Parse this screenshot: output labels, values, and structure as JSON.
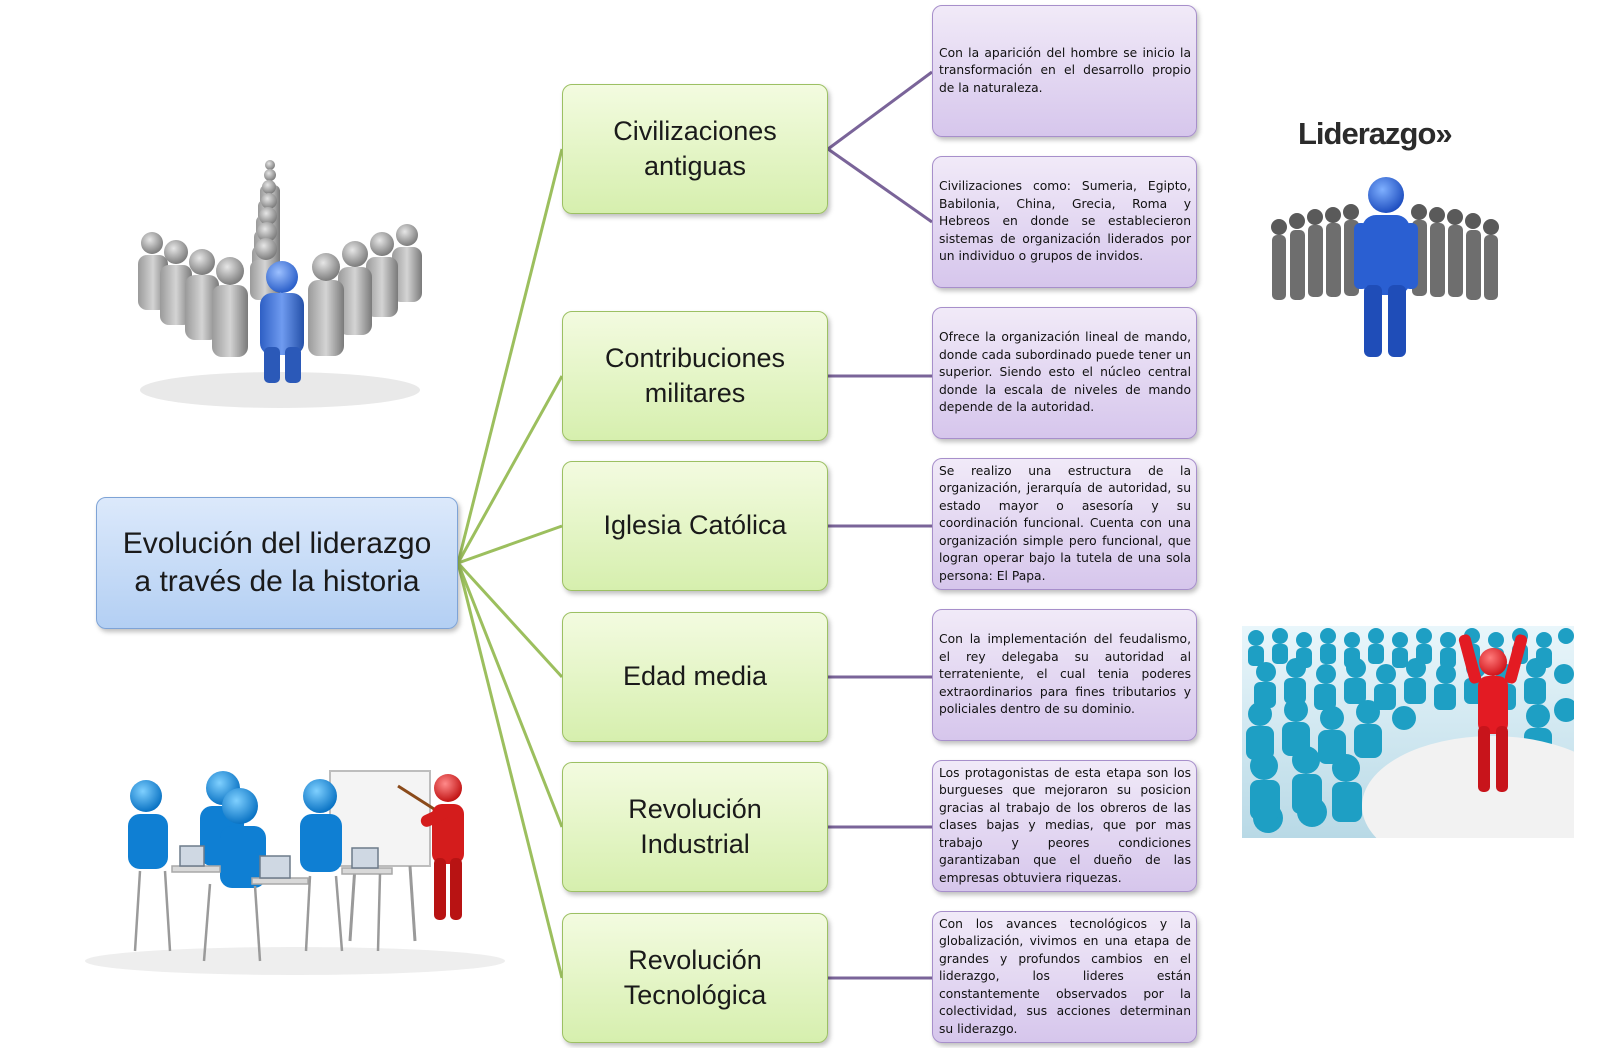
{
  "root": {
    "label_line1": "Evolución del liderazgo",
    "label_line2": "a través de la historia"
  },
  "categories": [
    {
      "line1": "Civilizaciones",
      "line2": "antiguas"
    },
    {
      "line1": "Contribuciones",
      "line2": "militares"
    },
    {
      "line1": "Iglesia Católica",
      "line2": ""
    },
    {
      "line1": "Edad media",
      "line2": ""
    },
    {
      "line1": "Revolución",
      "line2": "Industrial"
    },
    {
      "line1": "Revolución",
      "line2": "Tecnológica"
    }
  ],
  "descriptions": [
    "Con la aparición del hombre se inicio la transformación en el desarrollo propio de la naturaleza.",
    "Civilizaciones como: Sumeria, Egipto, Babilonia, China, Grecia, Roma y Hebreos en donde se establecieron sistemas de organización liderados por un individuo o grupos de invidos.",
    "Ofrece la organización lineal de mando, donde cada subordinado puede tener un superior. Siendo esto el núcleo central donde la escala de niveles de mando depende de la autoridad.",
    "Se realizo una estructura de la organización, jerarquía de autoridad, su estado mayor o asesoría y su coordinación funcional. Cuenta con una organización simple pero funcional, que logran operar bajo la tutela de una sola persona: El Papa.",
    "Con la implementación del feudalismo, el rey delegaba su autoridad al terrateniente, el cual tenia poderes extraordinarios para fines tributarios y policiales dentro de su dominio.",
    "Los protagonistas de esta etapa son los burgueses que mejoraron su posicion gracias al trabajo de los obreros de las clases bajas y medias, que por mas trabajo y peores condiciones garantizaban que el dueño de las empresas obtuviera riquezas.",
    "Con los avances tecnológicos y la globalización, vivimos en una etapa de grandes y profundos cambios en el liderazgo, los lideres están constantemente observados por la colectividad, sus acciones determinan su liderazgo."
  ],
  "illustrations": {
    "top_right_title": "Liderazgo»"
  },
  "colors": {
    "root_fill": "#b3cff3",
    "category_fill": "#d6efae",
    "description_fill": "#d6c6ec",
    "green_connector": "#9cbf5e",
    "purple_connector": "#7a6499"
  }
}
